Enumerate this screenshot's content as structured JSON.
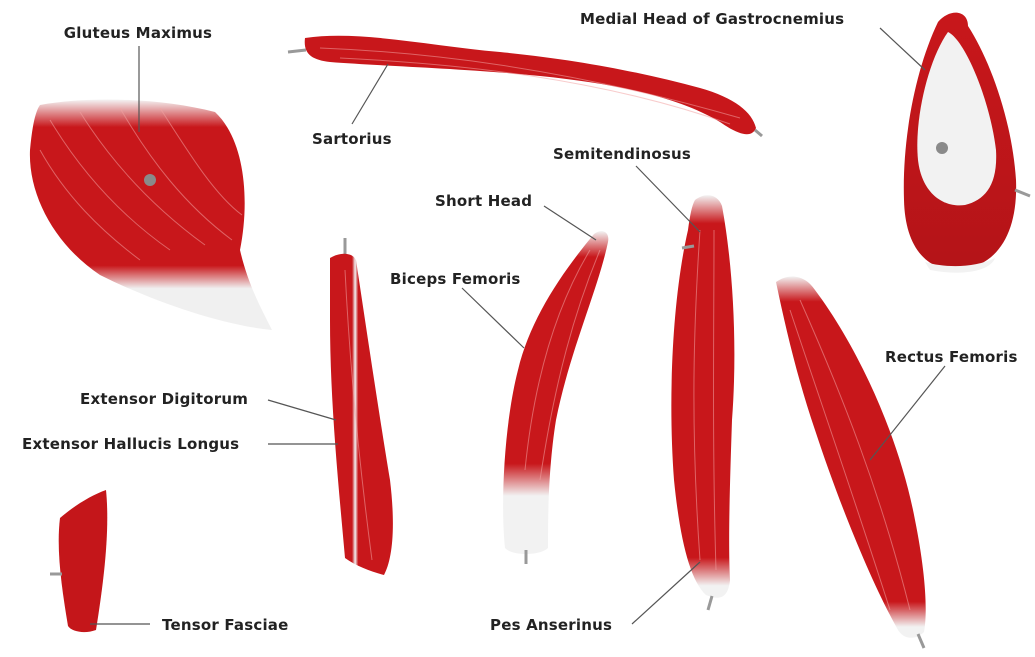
{
  "colors": {
    "muscle": "#c8171b",
    "muscle_dark": "#9e0f12",
    "tendon": "#f2f2f2",
    "leader": "#555555",
    "label": "#222222",
    "background": "#ffffff"
  },
  "labels": {
    "gluteus_maximus": "Gluteus Maximus",
    "sartorius": "Sartorius",
    "medial_head_gastrocnemius": "Medial Head of Gastrocnemius",
    "semitendinosus": "Semitendinosus",
    "short_head": "Short Head",
    "biceps_femoris": "Biceps Femoris",
    "rectus_femoris": "Rectus Femoris",
    "extensor_digitorum": "Extensor Digitorum",
    "extensor_hallucis_longus": "Extensor Hallucis Longus",
    "tensor_fasciae": "Tensor Fasciae",
    "pes_anserinus": "Pes Anserinus"
  }
}
